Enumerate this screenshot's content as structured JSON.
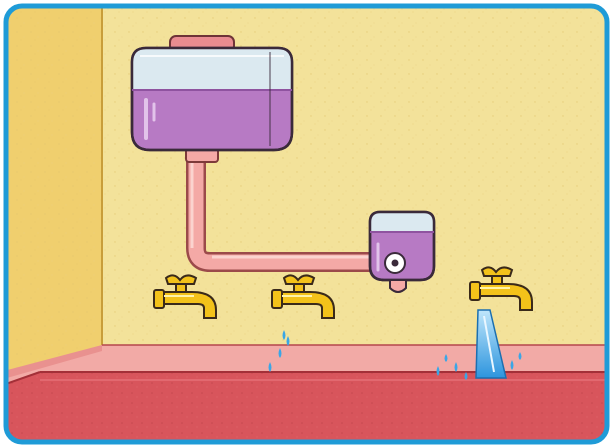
{
  "scene": {
    "colors": {
      "frame_border": "#1f9bd7",
      "wall": "#f3e29a",
      "wall_left": "#f0cf6e",
      "sink_top": "#f2aaa6",
      "sink_front": "#d8555c",
      "pipe": "#f4a9a6",
      "tank_lid": "#e98c90",
      "liquid": "#b77ac4",
      "water": "#3aa6e6",
      "faucet": "#f3c21a"
    },
    "objects": [
      {
        "name": "water-tank",
        "icon": "tank-icon"
      },
      {
        "name": "soap-dispenser",
        "icon": "dispenser-icon"
      },
      {
        "name": "faucet-dry",
        "state": "off"
      },
      {
        "name": "faucet-dripping",
        "state": "dripping"
      },
      {
        "name": "faucet-running",
        "state": "running"
      }
    ]
  }
}
